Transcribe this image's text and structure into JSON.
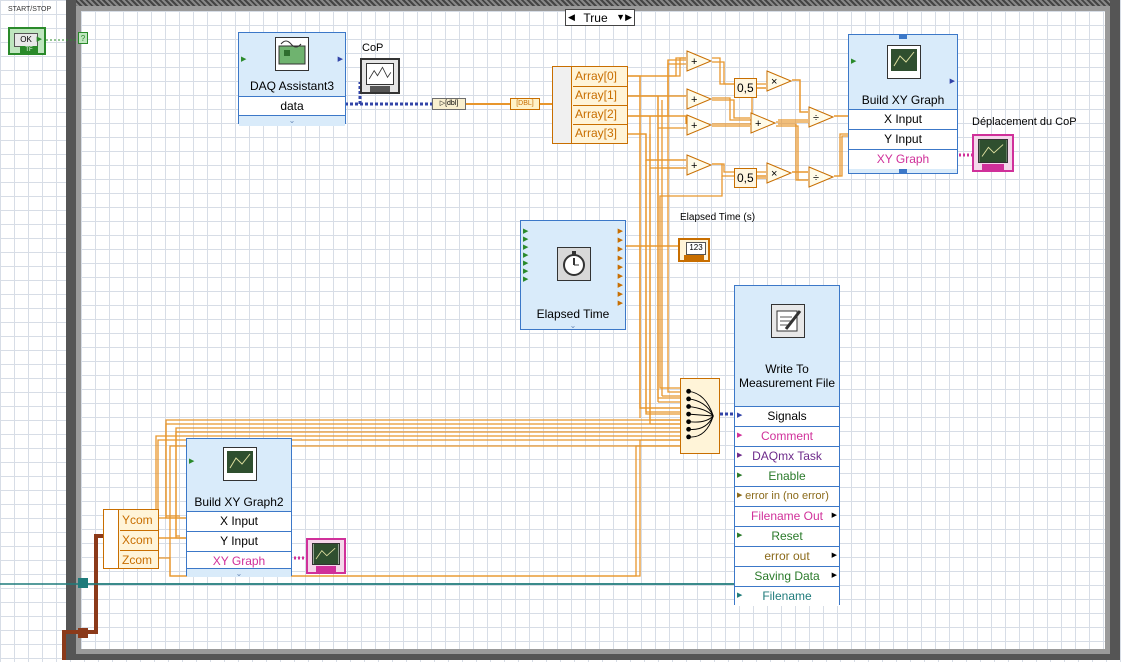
{
  "diagram": {
    "start_stop_label": "START/STOP",
    "ok_button": {
      "face": "OK",
      "tag": "TF"
    },
    "case_selector": {
      "value": "True"
    },
    "daq_assistant": {
      "title": "DAQ Assistant3",
      "output": "data",
      "icon": "daq-icon"
    },
    "cop_graph_label": "CoP",
    "index_array": {
      "items": [
        "Array[0]",
        "Array[1]",
        "Array[2]",
        "Array[3]"
      ]
    },
    "constants": [
      "0,5",
      "0,5"
    ],
    "build_xy_graph": {
      "title": "Build XY Graph",
      "inputs": [
        "X Input",
        "Y Input"
      ],
      "output": "XY Graph"
    },
    "deplacement_label": "Déplacement du CoP",
    "elapsed_time": {
      "title": "Elapsed Time",
      "indicator_label": "Elapsed Time (s)",
      "indicator_value": "123"
    },
    "write_file": {
      "title": "Write To Measurement File",
      "terminals": [
        "Signals",
        "Comment",
        "DAQmx Task",
        "Enable",
        "error in (no error)",
        "Filename Out",
        "Reset",
        "error out",
        "Saving Data",
        "Filename"
      ]
    },
    "build_xy_graph2": {
      "title": "Build XY Graph2",
      "inputs": [
        "X Input",
        "Y Input"
      ],
      "output": "XY Graph"
    },
    "xyz_cluster": {
      "items": [
        "Ycom",
        "Xcom",
        "Zcom"
      ]
    },
    "colors": {
      "orange_wire": "#e8962c",
      "blue_wire": "#3244a8",
      "pink_wire": "#d0309a",
      "teal_wire": "#1f7b7b",
      "brown_wire": "#8b3a1a"
    }
  }
}
